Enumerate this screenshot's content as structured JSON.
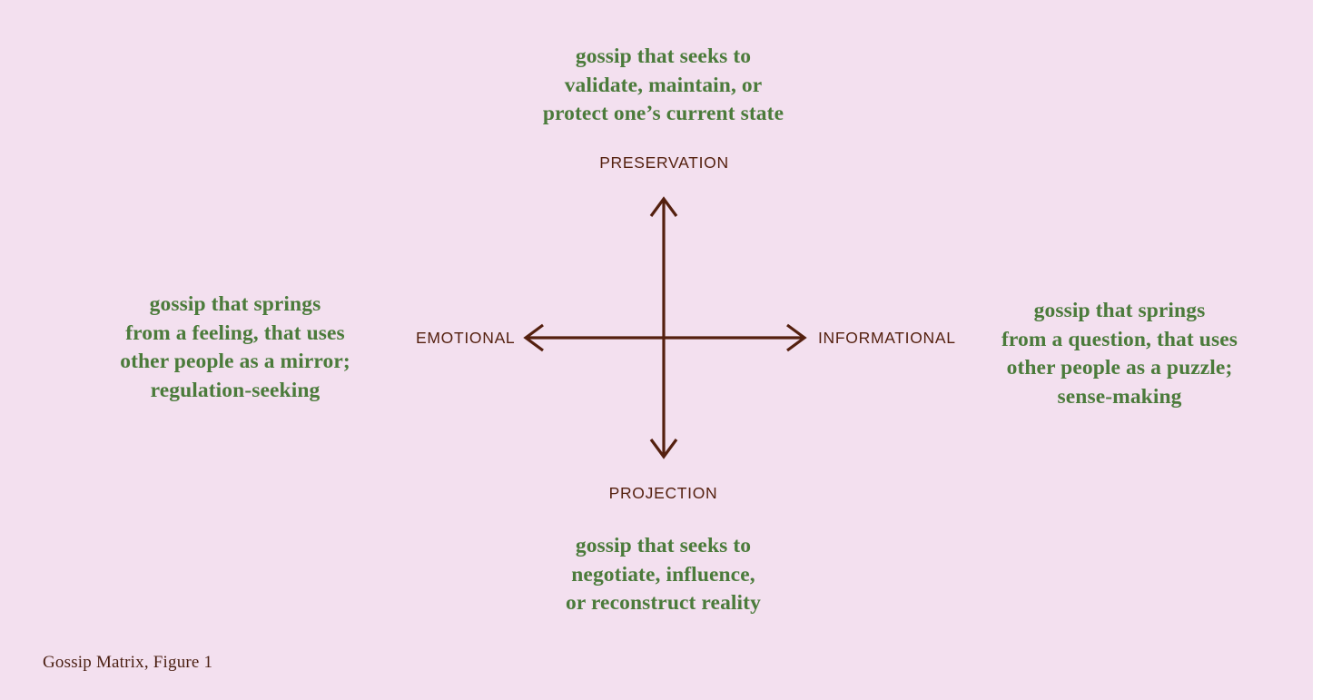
{
  "figure": {
    "caption": "Gossip Matrix, Figure 1",
    "background_color": "#f3e0ef",
    "accent_green": "#4b7b3b",
    "accent_brown": "#54200f"
  },
  "axes": {
    "vertical": {
      "top_label": "PRESERVATION",
      "bottom_label": "PROJECTION"
    },
    "horizontal": {
      "left_label": "EMOTIONAL",
      "right_label": "INFORMATIONAL"
    }
  },
  "quadrant_text": {
    "top": "gossip that seeks to\nvalidate, maintain, or\nprotect one’s current state",
    "bottom": "gossip that seeks to\nnegotiate, influence,\nor reconstruct reality",
    "left": "gossip that springs\nfrom a feeling, that uses\nother people as a mirror;\nregulation-seeking",
    "right": "gossip that springs\nfrom a question, that uses\nother people as a puzzle;\nsense-making"
  },
  "chart_data": {
    "type": "diagram",
    "title": "Gossip Matrix, Figure 1",
    "axis_x": {
      "negative_pole": "EMOTIONAL",
      "positive_pole": "INFORMATIONAL"
    },
    "axis_y": {
      "negative_pole": "PROJECTION",
      "positive_pole": "PRESERVATION"
    },
    "annotations": [
      {
        "position": "top",
        "text": "gossip that seeks to validate, maintain, or protect one’s current state"
      },
      {
        "position": "bottom",
        "text": "gossip that seeks to negotiate, influence, or reconstruct reality"
      },
      {
        "position": "left",
        "text": "gossip that springs from a feeling, that uses other people as a mirror; regulation-seeking"
      },
      {
        "position": "right",
        "text": "gossip that springs from a question, that uses other people as a puzzle; sense-making"
      }
    ]
  }
}
